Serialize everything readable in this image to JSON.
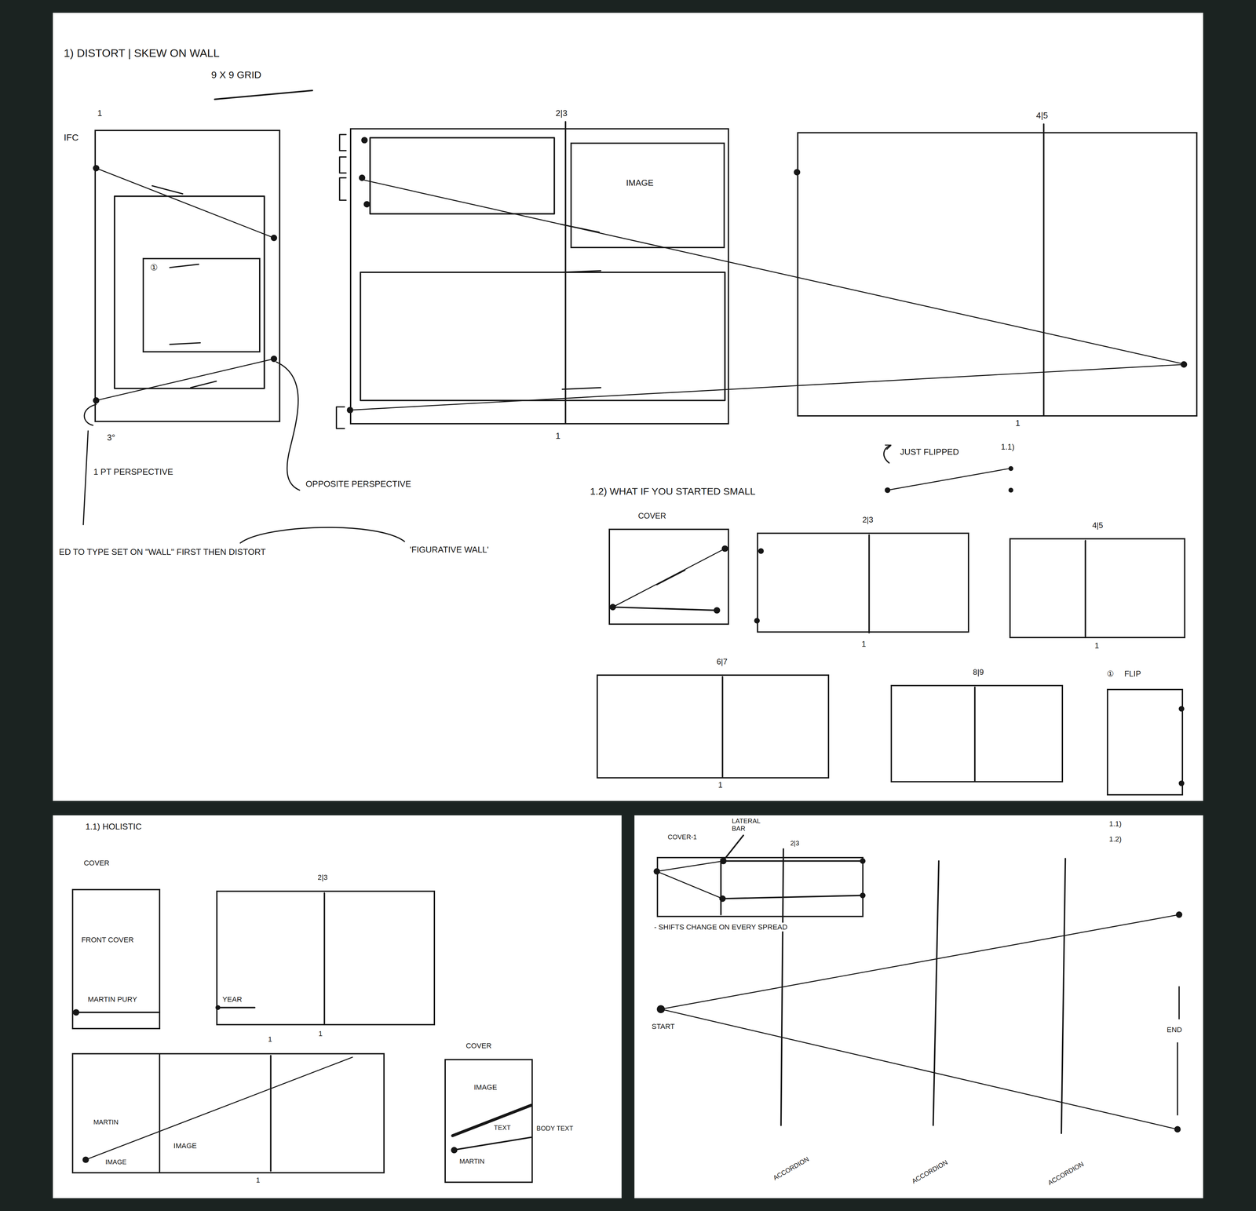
{
  "diagram": {
    "nodes": [
      {
        "text": [
          "1"
        ]
      },
      {
        "text": [
          "①"
        ],
        "in": 0
      },
      {
        "text": [
          "2|3"
        ]
      },
      {
        "text": [
          "IMAGE"
        ],
        "in": 2
      },
      {
        "text": [
          "4|5"
        ]
      },
      {
        "text": [
          "COVER"
        ]
      },
      {
        "text": [
          "2|3"
        ]
      },
      {
        "text": [
          "4|5"
        ]
      },
      {
        "text": [
          "6|7"
        ]
      },
      {
        "text": [
          "8|9"
        ]
      },
      {
        "text": [
          "①",
          "FLIP"
        ]
      },
      {
        "text": [
          "COVER",
          "FRONT COVER"
        ]
      },
      {
        "text": [
          "2|3"
        ]
      },
      {
        "text": [
          "IMAGE"
        ]
      },
      {
        "text": [
          "MARTIN",
          "IMAGE"
        ],
        "in": 13
      },
      {
        "text": [
          "COVER",
          "IMAGE"
        ]
      },
      {
        "text": [
          "COVER-1",
          "2|3"
        ]
      }
    ],
    "labels": [
      "1) DISTORT | SKEW ON WALL",
      "9 X 9 GRID",
      "IFC",
      "3°",
      "1 PT PERSPECTIVE",
      "OPPOSITE PERSPECTIVE",
      "ED TO TYPE SET ON \"WALL\" FIRST THEN DISTORT",
      "'FIGURATIVE WALL'",
      "1",
      "1",
      "JUST FLIPPED",
      "1.1)",
      "1.2) WHAT IF YOU STARTED SMALL",
      "1",
      "1",
      "1",
      "1.1) HOLISTIC",
      "MARTIN PURY",
      "YEAR",
      "1",
      "1",
      "1",
      "TEXT",
      "MARTIN",
      "BODY TEXT",
      "LATERAL BAR",
      "- SHIFTS CHANGE ON EVERY SPREAD",
      "1.1)",
      "1.2)",
      "START",
      "END",
      "ACCORDION",
      "ACCORDION",
      "ACCORDION"
    ]
  }
}
